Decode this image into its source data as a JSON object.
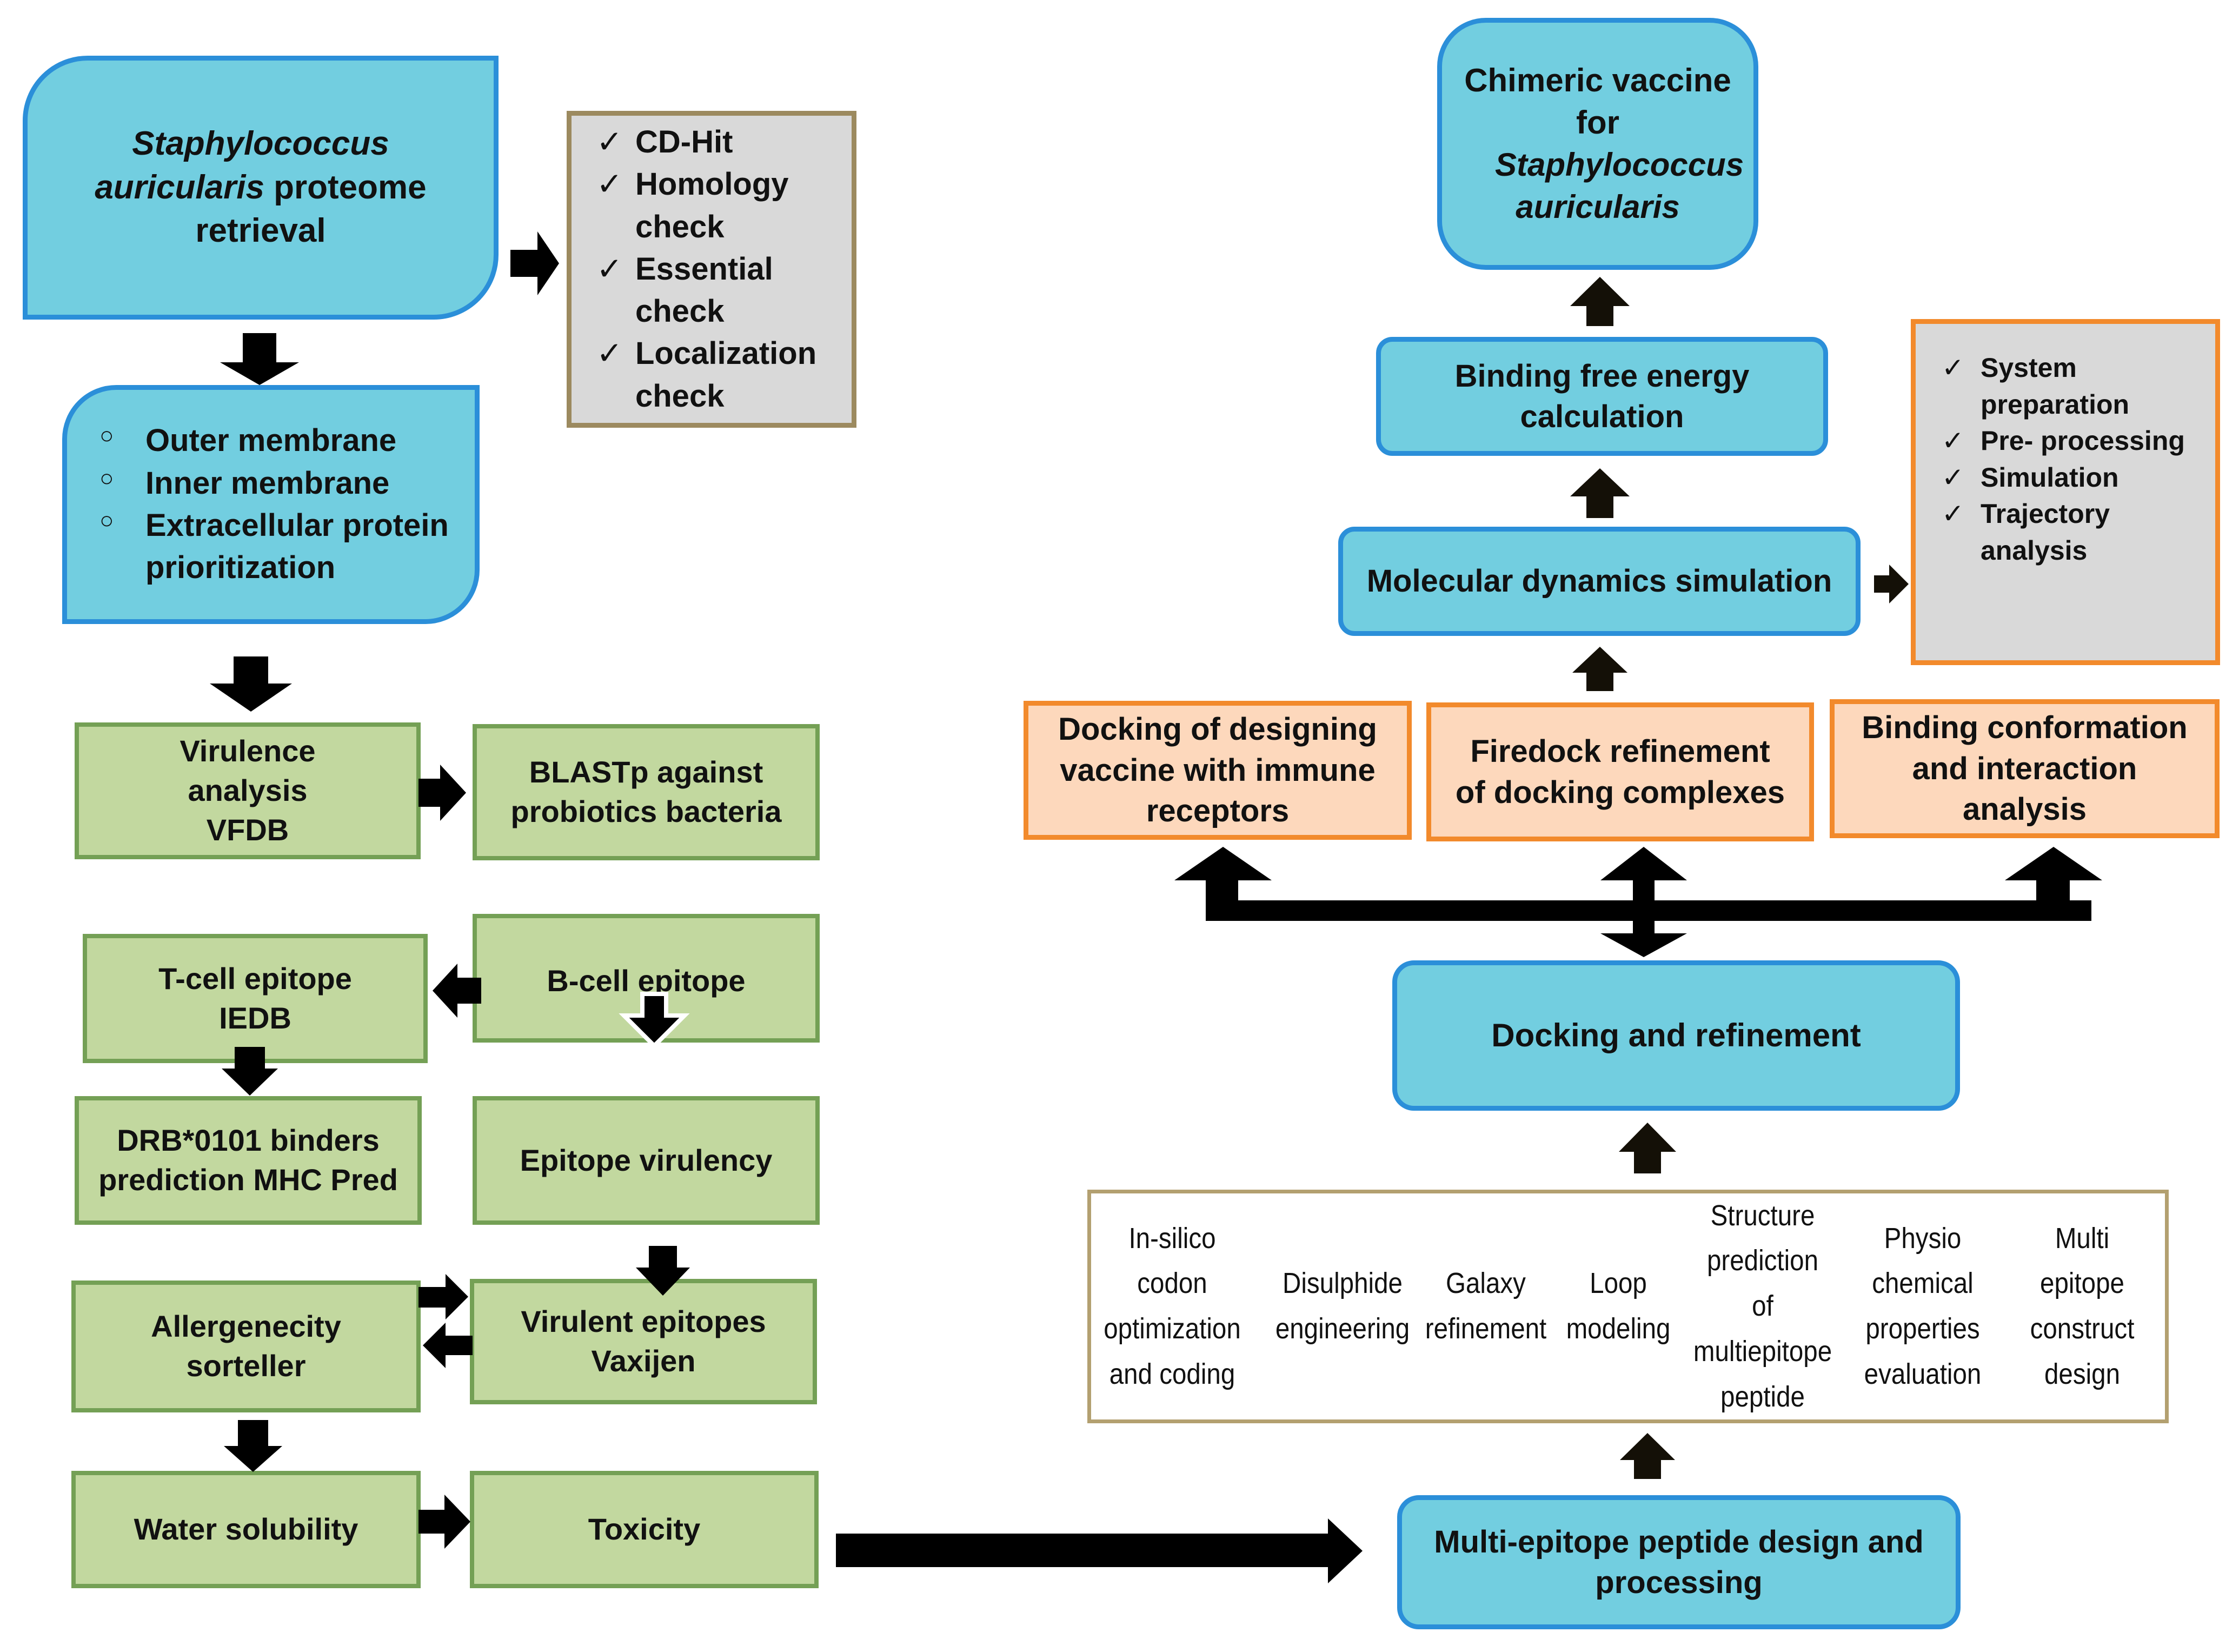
{
  "retrieval": {
    "italic": "Staphylococcus auricularis",
    "rest": " proteome retrieval"
  },
  "filter_checks": [
    "CD-Hit",
    "Homology check",
    "Essential check",
    "Localization check"
  ],
  "prioritization": {
    "items": [
      "Outer membrane",
      "Inner membrane",
      "Extracellular protein prioritization"
    ]
  },
  "pipeline": {
    "virulence": "Virulence analysis VFDB",
    "blastp": "BLASTp against probiotics bacteria",
    "tcell": "T-cell epitope IEDB",
    "bcell": "B-cell epitope",
    "drb": "DRB*0101 binders prediction MHC Pred",
    "epitope_virulency": "Epitope virulency",
    "allergenicity": "Allergenecity sorteller",
    "virulent_epitopes": "Virulent epitopes Vaxijen",
    "water": "Water solubility",
    "toxicity": "Toxicity"
  },
  "design": {
    "multi_epitope": "Multi-epitope peptide design and processing",
    "steps": [
      "In-silico codon optimization and coding",
      "Disulphide engineering",
      "Galaxy refinement",
      "Loop modeling",
      "Structure prediction of multiepitope peptide",
      "Physio chemical properties evaluation",
      "Multi epitope construct design"
    ],
    "docking_refinement": "Docking and refinement",
    "docking_sub": [
      "Docking of designing vaccine with immune receptors",
      "Firedock refinement of docking complexes",
      "Binding conformation and interaction analysis"
    ],
    "md": "Molecular dynamics simulation",
    "md_checks": [
      "System preparation",
      "Pre- processing",
      "Simulation",
      "Trajectory analysis"
    ],
    "binding_energy": "Binding free energy calculation",
    "vaccine": {
      "line1": "Chimeric vaccine",
      "line2": "for",
      "italic": "Staphylococcus auricularis"
    }
  },
  "colors": {
    "blue_fill": "#72cee0",
    "blue_border": "#2b8fd9",
    "green_fill": "#c2d89f",
    "green_border": "#74a055",
    "orange_fill": "#fdd8bc",
    "orange_border": "#f28a2c",
    "gray_fill": "#d9d9d9",
    "arrow": "#000000"
  }
}
